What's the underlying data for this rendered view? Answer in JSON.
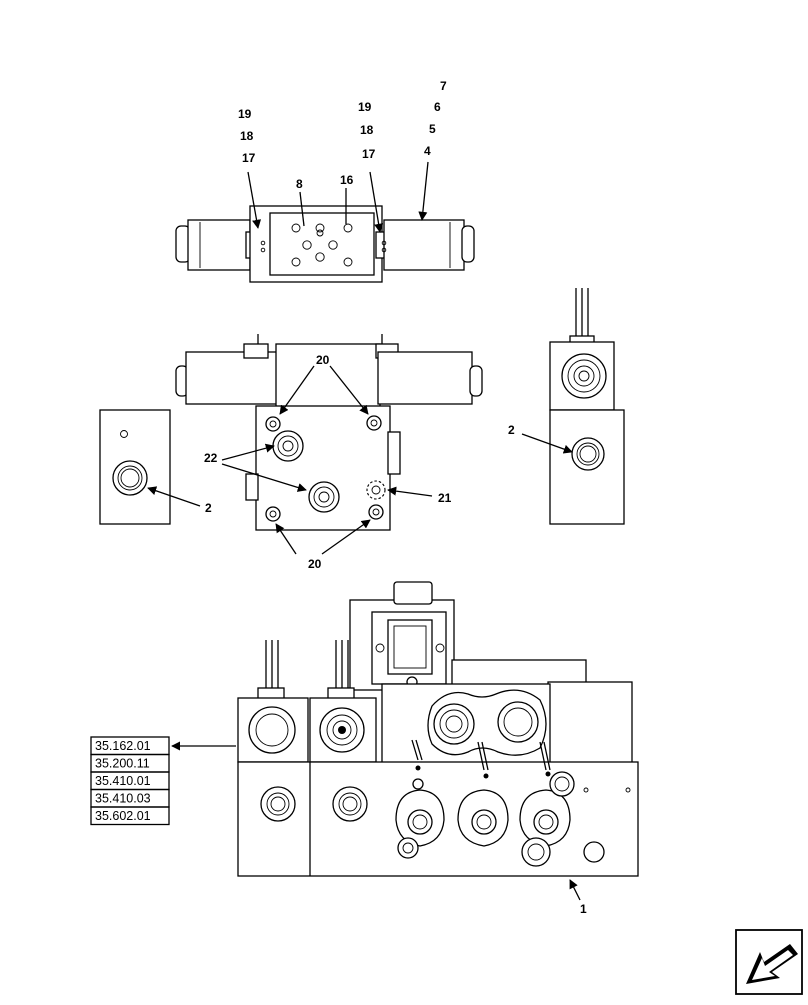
{
  "callouts": {
    "c7": "7",
    "c6": "6",
    "c5": "5",
    "c4": "4",
    "c19a": "19",
    "c18a": "18",
    "c17a": "17",
    "c19b": "19",
    "c18b": "18",
    "c17b": "17",
    "c8": "8",
    "c16": "16",
    "c20top": "20",
    "c22": "22",
    "c21": "21",
    "c20bot": "20",
    "c2left": "2",
    "c2right": "2",
    "c1": "1"
  },
  "references": [
    "35.162.01",
    "35.200.11",
    "35.410.01",
    "35.410.03",
    "35.602.01"
  ],
  "icons": {
    "nav": "next-page-arrow-icon"
  }
}
